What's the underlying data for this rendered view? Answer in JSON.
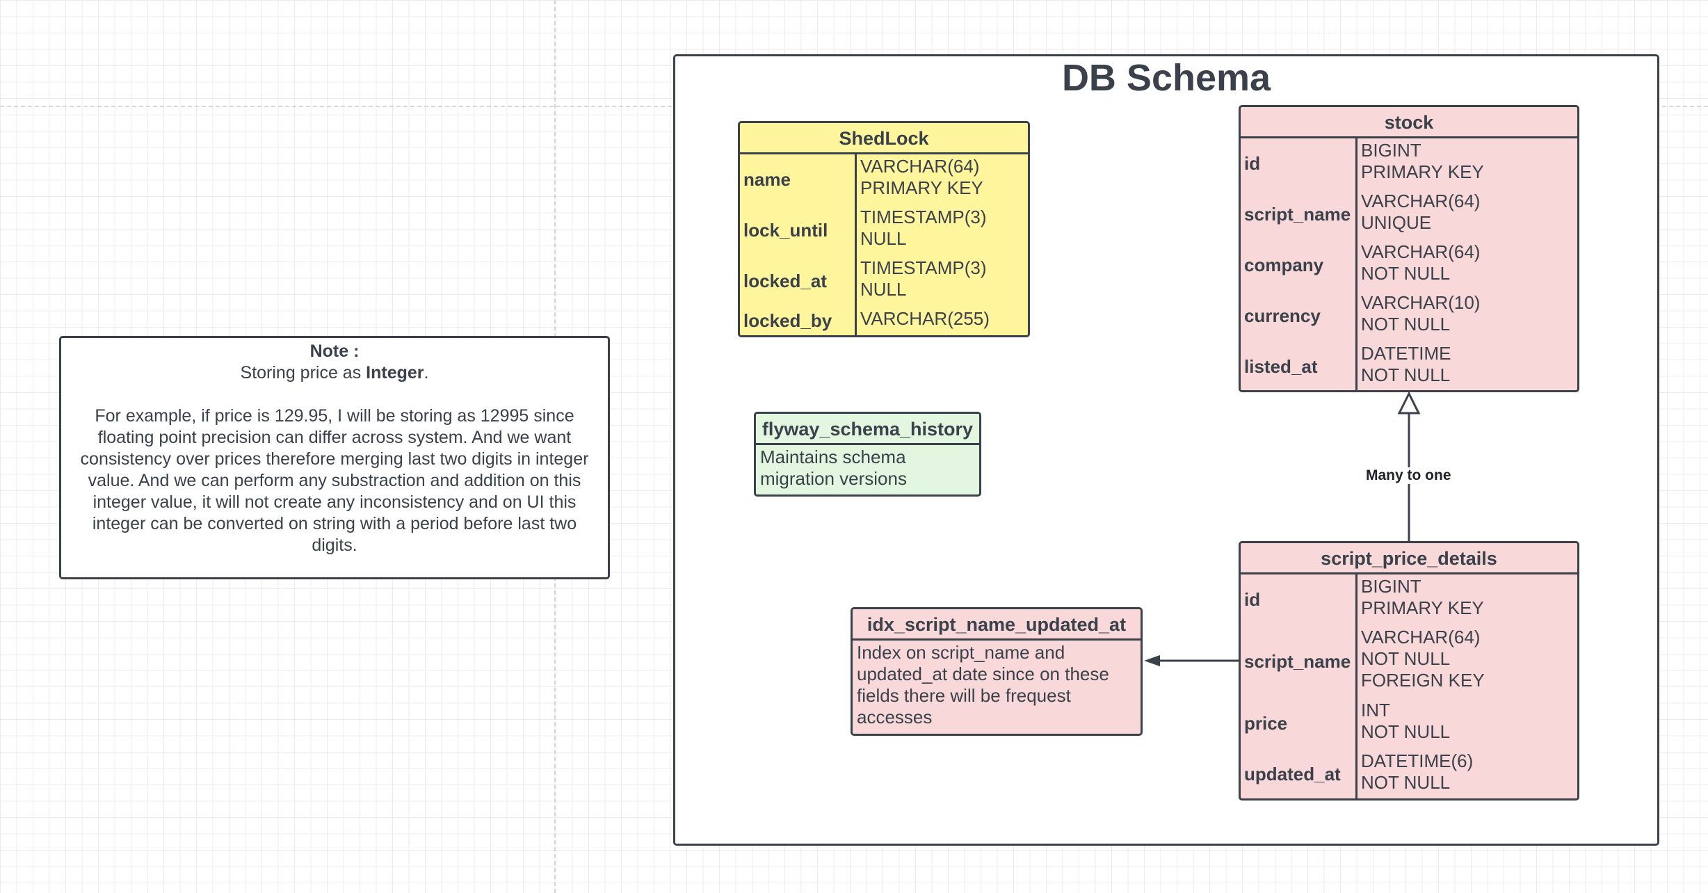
{
  "container": {
    "title": "DB Schema"
  },
  "note": {
    "heading": "Note :",
    "line_prefix": "Storing price as ",
    "line_bold": "Integer",
    "line_suffix": ".",
    "body": "For example, if price is 129.95, I will be storing as 12995 since floating point precision can differ across system. And we want consistency over prices therefore merging last two digits in integer value. And we can perform any substraction and addition on this integer value, it will not create any inconsistency and on UI this integer can be converted on string with a period before last two digits."
  },
  "tables": {
    "shedlock": {
      "name": "ShedLock",
      "color": "#fff59d",
      "rows": [
        {
          "key": "name",
          "lines": [
            "VARCHAR(64)",
            "PRIMARY KEY"
          ]
        },
        {
          "key": "lock_until",
          "lines": [
            "TIMESTAMP(3)",
            "NULL"
          ]
        },
        {
          "key": "locked_at",
          "lines": [
            "TIMESTAMP(3)",
            "NULL"
          ]
        },
        {
          "key": "locked_by",
          "lines": [
            "VARCHAR(255)"
          ]
        }
      ]
    },
    "stock": {
      "name": "stock",
      "color": "#f8d8d8",
      "rows": [
        {
          "key": "id",
          "lines": [
            "BIGINT",
            "PRIMARY KEY"
          ]
        },
        {
          "key": "script_name",
          "lines": [
            "VARCHAR(64)",
            "UNIQUE"
          ]
        },
        {
          "key": "company",
          "lines": [
            "VARCHAR(64)",
            "NOT NULL"
          ]
        },
        {
          "key": "currency",
          "lines": [
            "VARCHAR(10)",
            "NOT NULL"
          ]
        },
        {
          "key": "listed_at",
          "lines": [
            "DATETIME",
            "NOT NULL"
          ]
        }
      ]
    },
    "script_price_details": {
      "name": "script_price_details",
      "color": "#f8d8d8",
      "rows": [
        {
          "key": "id",
          "lines": [
            "BIGINT",
            "PRIMARY KEY"
          ]
        },
        {
          "key": "script_name",
          "lines": [
            "VARCHAR(64)",
            "NOT NULL",
            "FOREIGN KEY"
          ]
        },
        {
          "key": "price",
          "lines": [
            "INT",
            "NOT NULL"
          ]
        },
        {
          "key": "updated_at",
          "lines": [
            "DATETIME(6)",
            "NOT NULL"
          ]
        }
      ]
    }
  },
  "descriptions": {
    "flyway": {
      "name": "flyway_schema_history",
      "color": "#e3f7e0",
      "body": "Maintains schema migration versions"
    },
    "index": {
      "name": "idx_script_name_updated_at",
      "color": "#f8d8d8",
      "body": "Index on script_name and updated_at date since on these fields there will be frequest accesses"
    }
  },
  "connectors": {
    "many_to_one": {
      "label": "Many to one"
    }
  }
}
